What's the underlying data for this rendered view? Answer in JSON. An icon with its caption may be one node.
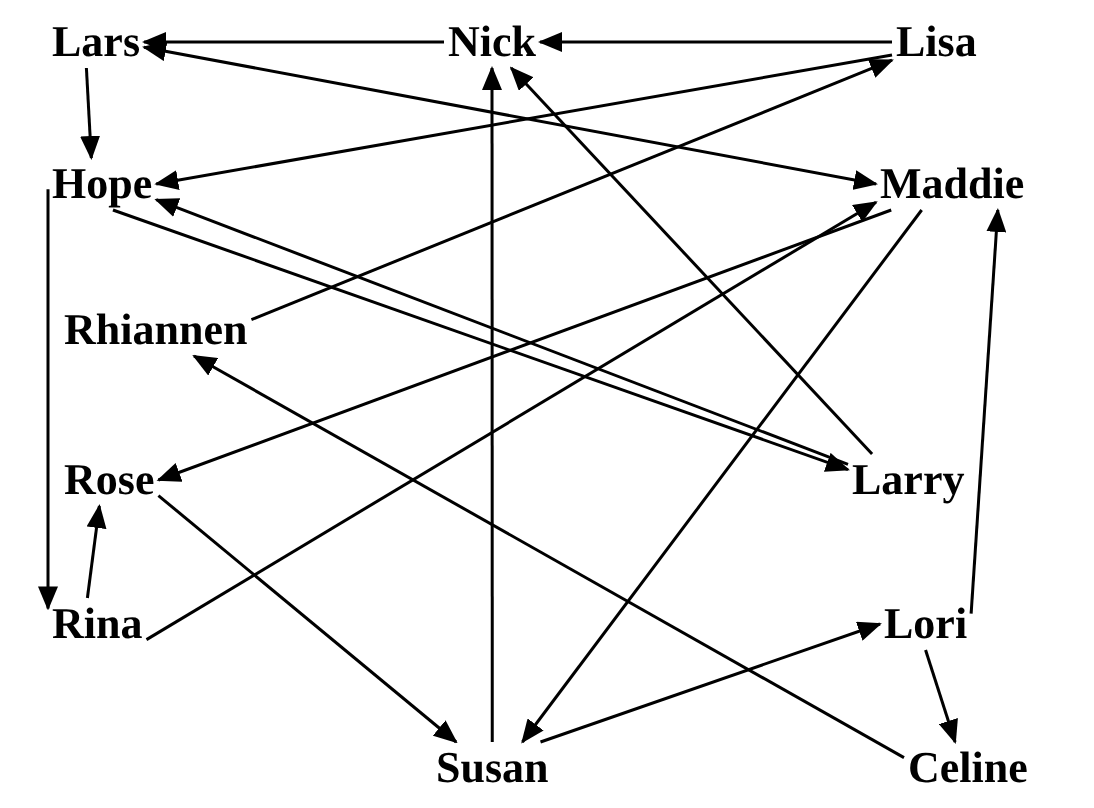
{
  "diagram": {
    "nodes": [
      {
        "text": [
          "Lars"
        ]
      },
      {
        "text": [
          "Nick"
        ]
      },
      {
        "text": [
          "Lisa"
        ]
      },
      {
        "text": [
          "Hope"
        ]
      },
      {
        "text": [
          "Maddie"
        ]
      },
      {
        "text": [
          "Rhiannen"
        ]
      },
      {
        "text": [
          "Rose"
        ]
      },
      {
        "text": [
          "Larry"
        ]
      },
      {
        "text": [
          "Rina"
        ]
      },
      {
        "text": [
          "Lori"
        ]
      },
      {
        "text": [
          "Susan"
        ]
      },
      {
        "text": [
          "Celine"
        ]
      }
    ],
    "edges": [
      {
        "from": 1,
        "to": 0,
        "arrow": "to"
      },
      {
        "from": 2,
        "to": 1,
        "arrow": "to"
      },
      {
        "from": 0,
        "to": 3,
        "arrow": "to"
      },
      {
        "from": 2,
        "to": 3,
        "arrow": "to"
      },
      {
        "from": 0,
        "to": 4,
        "arrow": "both"
      },
      {
        "from": 5,
        "to": 2,
        "arrow": "to"
      },
      {
        "from": 3,
        "to": 7,
        "arrow": "to"
      },
      {
        "from": 7,
        "to": 3,
        "arrow": "to"
      },
      {
        "from": 7,
        "to": 1,
        "arrow": "to"
      },
      {
        "from": 8,
        "to": 4,
        "arrow": "to"
      },
      {
        "from": 4,
        "to": 6,
        "arrow": "to"
      },
      {
        "from": 4,
        "to": 10,
        "arrow": "to"
      },
      {
        "from": 10,
        "to": 1,
        "arrow": "to"
      },
      {
        "from": 9,
        "to": 4,
        "arrow": "to"
      },
      {
        "from": 3,
        "to": 8,
        "arrow": "to"
      },
      {
        "from": 8,
        "to": 6,
        "arrow": "to"
      },
      {
        "from": 6,
        "to": 10,
        "arrow": "to"
      },
      {
        "from": 11,
        "to": 5,
        "arrow": "to"
      },
      {
        "from": 10,
        "to": 9,
        "arrow": "to"
      },
      {
        "from": 9,
        "to": 11,
        "arrow": "to"
      }
    ]
  }
}
